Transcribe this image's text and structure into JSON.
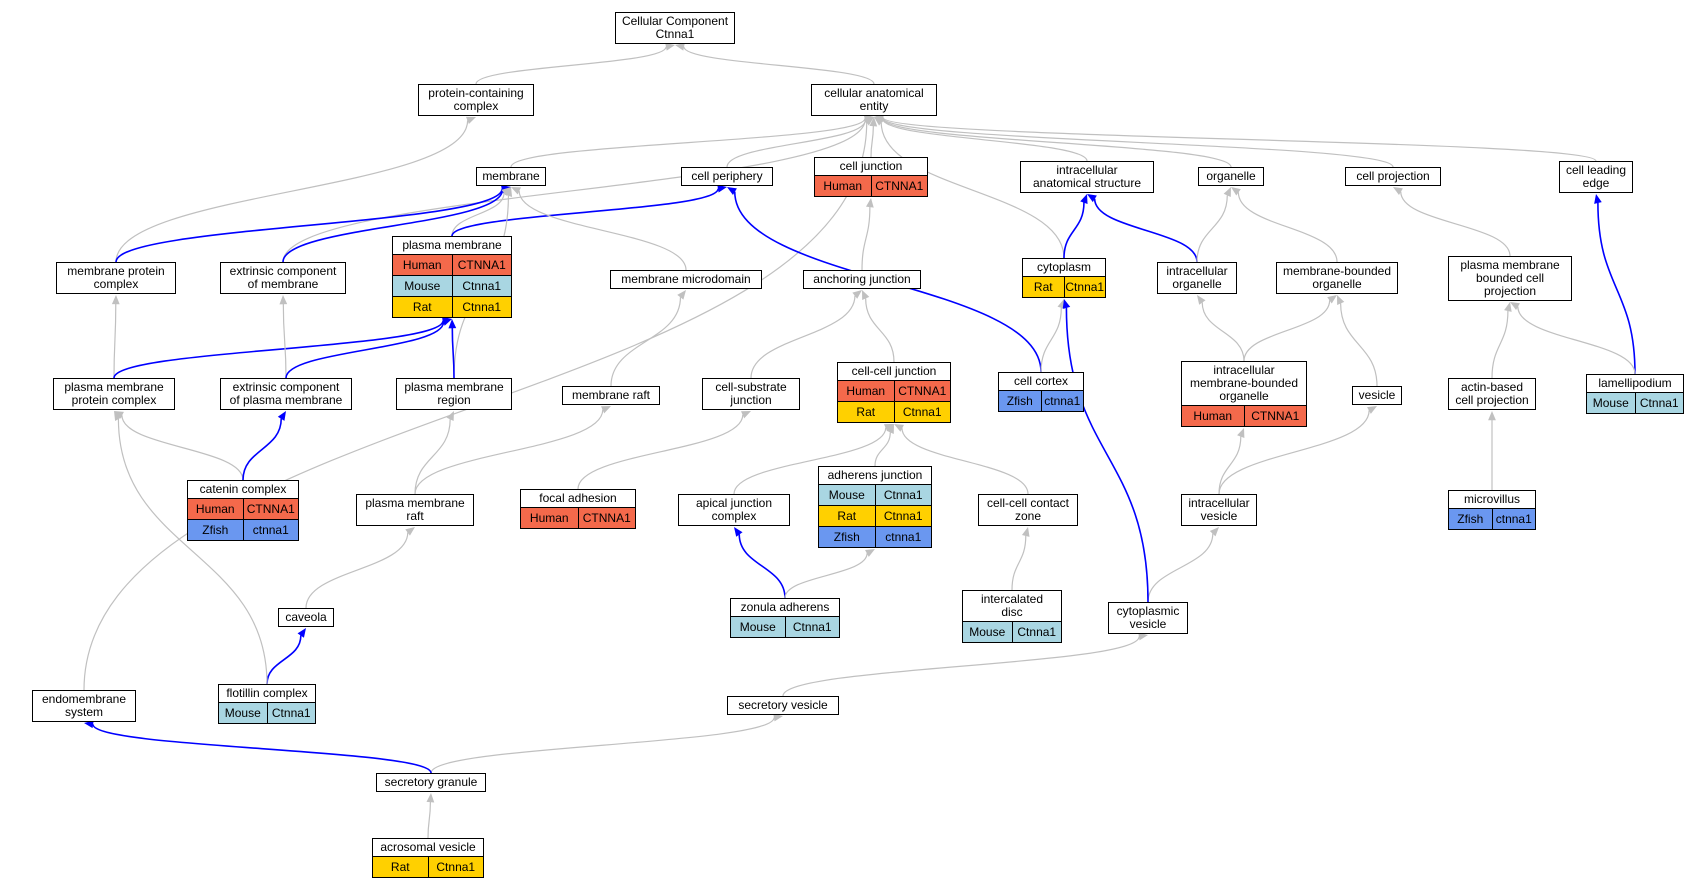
{
  "colors": {
    "Human": "#f4694b",
    "Mouse": "#a9d6e2",
    "Rat": "#ffd000",
    "Zfish": "#6a97f0",
    "is_a_edge": "#c0c0c0",
    "part_of_edge": "#0000ff"
  },
  "nodes": [
    {
      "id": "root",
      "label": "Cellular Component\nCtnna1",
      "rows": []
    },
    {
      "id": "protcomplex",
      "label": "protein-containing\ncomplex",
      "rows": []
    },
    {
      "id": "cae",
      "label": "cellular anatomical\nentity",
      "rows": []
    },
    {
      "id": "membrane",
      "label": "membrane",
      "rows": []
    },
    {
      "id": "cellperiph",
      "label": "cell periphery",
      "rows": []
    },
    {
      "id": "celljunction",
      "label": "cell junction",
      "rows": [
        [
          "Human",
          "CTNNA1"
        ]
      ]
    },
    {
      "id": "ias",
      "label": "intracellular\nanatomical structure",
      "rows": []
    },
    {
      "id": "organelle",
      "label": "organelle",
      "rows": []
    },
    {
      "id": "cellproj",
      "label": "cell projection",
      "rows": []
    },
    {
      "id": "leadingedge",
      "label": "cell leading\nedge",
      "rows": []
    },
    {
      "id": "mpc",
      "label": "membrane protein\ncomplex",
      "rows": []
    },
    {
      "id": "ecm",
      "label": "extrinsic component\nof membrane",
      "rows": []
    },
    {
      "id": "pm",
      "label": "plasma membrane",
      "rows": [
        [
          "Human",
          "CTNNA1"
        ],
        [
          "Mouse",
          "Ctnna1"
        ],
        [
          "Rat",
          "Ctnna1"
        ]
      ]
    },
    {
      "id": "microdomain",
      "label": "membrane microdomain",
      "rows": []
    },
    {
      "id": "anchoring",
      "label": "anchoring junction",
      "rows": []
    },
    {
      "id": "cytoplasm",
      "label": "cytoplasm",
      "rows": [
        [
          "Rat",
          "Ctnna1"
        ]
      ]
    },
    {
      "id": "icorganelle",
      "label": "intracellular\norganelle",
      "rows": []
    },
    {
      "id": "mborganelle",
      "label": "membrane-bounded\norganelle",
      "rows": []
    },
    {
      "id": "pmbcp",
      "label": "plasma membrane\nbounded cell\nprojection",
      "rows": []
    },
    {
      "id": "pmpc",
      "label": "plasma membrane\nprotein complex",
      "rows": []
    },
    {
      "id": "ecpm",
      "label": "extrinsic component\nof plasma membrane",
      "rows": []
    },
    {
      "id": "pmregion",
      "label": "plasma membrane\nregion",
      "rows": []
    },
    {
      "id": "raft",
      "label": "membrane raft",
      "rows": []
    },
    {
      "id": "substrate",
      "label": "cell-substrate\njunction",
      "rows": []
    },
    {
      "id": "ccj",
      "label": "cell-cell junction",
      "rows": [
        [
          "Human",
          "CTNNA1"
        ],
        [
          "Rat",
          "Ctnna1"
        ]
      ]
    },
    {
      "id": "cortex",
      "label": "cell cortex",
      "rows": [
        [
          "Zfish",
          "ctnna1"
        ]
      ]
    },
    {
      "id": "imbo",
      "label": "intracellular\nmembrane-bounded\norganelle",
      "rows": [
        [
          "Human",
          "CTNNA1"
        ]
      ]
    },
    {
      "id": "vesicle",
      "label": "vesicle",
      "rows": []
    },
    {
      "id": "actinproj",
      "label": "actin-based\ncell projection",
      "rows": []
    },
    {
      "id": "lamellipodium",
      "label": "lamellipodium",
      "rows": [
        [
          "Mouse",
          "Ctnna1"
        ]
      ]
    },
    {
      "id": "catenin",
      "label": "catenin complex",
      "rows": [
        [
          "Human",
          "CTNNA1"
        ],
        [
          "Zfish",
          "ctnna1"
        ]
      ]
    },
    {
      "id": "pmraft",
      "label": "plasma membrane\nraft",
      "rows": []
    },
    {
      "id": "focal",
      "label": "focal adhesion",
      "rows": [
        [
          "Human",
          "CTNNA1"
        ]
      ]
    },
    {
      "id": "apical",
      "label": "apical junction\ncomplex",
      "rows": []
    },
    {
      "id": "adherens",
      "label": "adherens junction",
      "rows": [
        [
          "Mouse",
          "Ctnna1"
        ],
        [
          "Rat",
          "Ctnna1"
        ],
        [
          "Zfish",
          "ctnna1"
        ]
      ]
    },
    {
      "id": "contactzone",
      "label": "cell-cell contact\nzone",
      "rows": []
    },
    {
      "id": "icvesicle",
      "label": "intracellular\nvesicle",
      "rows": []
    },
    {
      "id": "microvillus",
      "label": "microvillus",
      "rows": [
        [
          "Zfish",
          "ctnna1"
        ]
      ]
    },
    {
      "id": "caveola",
      "label": "caveola",
      "rows": []
    },
    {
      "id": "zonula",
      "label": "zonula adherens",
      "rows": [
        [
          "Mouse",
          "Ctnna1"
        ]
      ]
    },
    {
      "id": "intercalated",
      "label": "intercalated\ndisc",
      "rows": [
        [
          "Mouse",
          "Ctnna1"
        ]
      ]
    },
    {
      "id": "cytovesicle",
      "label": "cytoplasmic\nvesicle",
      "rows": []
    },
    {
      "id": "endomembrane",
      "label": "endomembrane\nsystem",
      "rows": []
    },
    {
      "id": "flotillin",
      "label": "flotillin complex",
      "rows": [
        [
          "Mouse",
          "Ctnna1"
        ]
      ]
    },
    {
      "id": "secvesicle",
      "label": "secretory vesicle",
      "rows": []
    },
    {
      "id": "secgranule",
      "label": "secretory granule",
      "rows": []
    },
    {
      "id": "acrosomal",
      "label": "acrosomal vesicle",
      "rows": [
        [
          "Rat",
          "Ctnna1"
        ]
      ]
    }
  ],
  "edges": [
    {
      "from": "protcomplex",
      "to": "root",
      "kind": "is_a"
    },
    {
      "from": "cae",
      "to": "root",
      "kind": "is_a"
    },
    {
      "from": "membrane",
      "to": "cae",
      "kind": "is_a"
    },
    {
      "from": "cellperiph",
      "to": "cae",
      "kind": "is_a"
    },
    {
      "from": "celljunction",
      "to": "cae",
      "kind": "is_a"
    },
    {
      "from": "ias",
      "to": "cae",
      "kind": "is_a"
    },
    {
      "from": "organelle",
      "to": "cae",
      "kind": "is_a"
    },
    {
      "from": "cellproj",
      "to": "cae",
      "kind": "is_a"
    },
    {
      "from": "leadingedge",
      "to": "cae",
      "kind": "is_a"
    },
    {
      "from": "cytoplasm",
      "to": "cae",
      "kind": "is_a"
    },
    {
      "from": "ecm",
      "to": "cae",
      "kind": "is_a"
    },
    {
      "from": "endomembrane",
      "to": "cae",
      "kind": "is_a"
    },
    {
      "from": "mpc",
      "to": "protcomplex",
      "kind": "is_a"
    },
    {
      "from": "mpc",
      "to": "membrane",
      "kind": "part_of"
    },
    {
      "from": "ecm",
      "to": "membrane",
      "kind": "part_of"
    },
    {
      "from": "pm",
      "to": "membrane",
      "kind": "is_a"
    },
    {
      "from": "pm",
      "to": "cellperiph",
      "kind": "part_of"
    },
    {
      "from": "microdomain",
      "to": "membrane",
      "kind": "is_a"
    },
    {
      "from": "pmregion",
      "to": "membrane",
      "kind": "is_a"
    },
    {
      "from": "anchoring",
      "to": "celljunction",
      "kind": "is_a"
    },
    {
      "from": "cytoplasm",
      "to": "ias",
      "kind": "part_of"
    },
    {
      "from": "icorganelle",
      "to": "ias",
      "kind": "part_of"
    },
    {
      "from": "icorganelle",
      "to": "organelle",
      "kind": "is_a"
    },
    {
      "from": "mborganelle",
      "to": "organelle",
      "kind": "is_a"
    },
    {
      "from": "pmbcp",
      "to": "cellproj",
      "kind": "is_a"
    },
    {
      "from": "lamellipodium",
      "to": "leadingedge",
      "kind": "part_of"
    },
    {
      "from": "pmpc",
      "to": "mpc",
      "kind": "is_a"
    },
    {
      "from": "pmpc",
      "to": "pm",
      "kind": "part_of"
    },
    {
      "from": "ecpm",
      "to": "ecm",
      "kind": "is_a"
    },
    {
      "from": "ecpm",
      "to": "pm",
      "kind": "part_of"
    },
    {
      "from": "pmregion",
      "to": "pm",
      "kind": "part_of"
    },
    {
      "from": "raft",
      "to": "microdomain",
      "kind": "is_a"
    },
    {
      "from": "substrate",
      "to": "anchoring",
      "kind": "is_a"
    },
    {
      "from": "ccj",
      "to": "anchoring",
      "kind": "is_a"
    },
    {
      "from": "cortex",
      "to": "cellperiph",
      "kind": "part_of"
    },
    {
      "from": "cortex",
      "to": "cytoplasm",
      "kind": "is_a"
    },
    {
      "from": "imbo",
      "to": "icorganelle",
      "kind": "is_a"
    },
    {
      "from": "imbo",
      "to": "mborganelle",
      "kind": "is_a"
    },
    {
      "from": "vesicle",
      "to": "mborganelle",
      "kind": "is_a"
    },
    {
      "from": "actinproj",
      "to": "pmbcp",
      "kind": "is_a"
    },
    {
      "from": "lamellipodium",
      "to": "pmbcp",
      "kind": "is_a"
    },
    {
      "from": "catenin",
      "to": "pmpc",
      "kind": "is_a"
    },
    {
      "from": "catenin",
      "to": "ecpm",
      "kind": "part_of"
    },
    {
      "from": "pmraft",
      "to": "pmregion",
      "kind": "is_a"
    },
    {
      "from": "pmraft",
      "to": "raft",
      "kind": "is_a"
    },
    {
      "from": "focal",
      "to": "substrate",
      "kind": "is_a"
    },
    {
      "from": "apical",
      "to": "ccj",
      "kind": "is_a"
    },
    {
      "from": "adherens",
      "to": "ccj",
      "kind": "is_a"
    },
    {
      "from": "contactzone",
      "to": "ccj",
      "kind": "is_a"
    },
    {
      "from": "icvesicle",
      "to": "imbo",
      "kind": "is_a"
    },
    {
      "from": "icvesicle",
      "to": "vesicle",
      "kind": "is_a"
    },
    {
      "from": "microvillus",
      "to": "actinproj",
      "kind": "is_a"
    },
    {
      "from": "caveola",
      "to": "pmraft",
      "kind": "is_a"
    },
    {
      "from": "zonula",
      "to": "apical",
      "kind": "part_of"
    },
    {
      "from": "zonula",
      "to": "adherens",
      "kind": "is_a"
    },
    {
      "from": "intercalated",
      "to": "contactzone",
      "kind": "is_a"
    },
    {
      "from": "cytovesicle",
      "to": "icvesicle",
      "kind": "is_a"
    },
    {
      "from": "cytovesicle",
      "to": "cytoplasm",
      "kind": "part_of"
    },
    {
      "from": "flotillin",
      "to": "caveola",
      "kind": "part_of"
    },
    {
      "from": "flotillin",
      "to": "pmpc",
      "kind": "is_a"
    },
    {
      "from": "secvesicle",
      "to": "cytovesicle",
      "kind": "is_a"
    },
    {
      "from": "secgranule",
      "to": "secvesicle",
      "kind": "is_a"
    },
    {
      "from": "secgranule",
      "to": "endomembrane",
      "kind": "part_of"
    },
    {
      "from": "acrosomal",
      "to": "secgranule",
      "kind": "is_a"
    }
  ]
}
